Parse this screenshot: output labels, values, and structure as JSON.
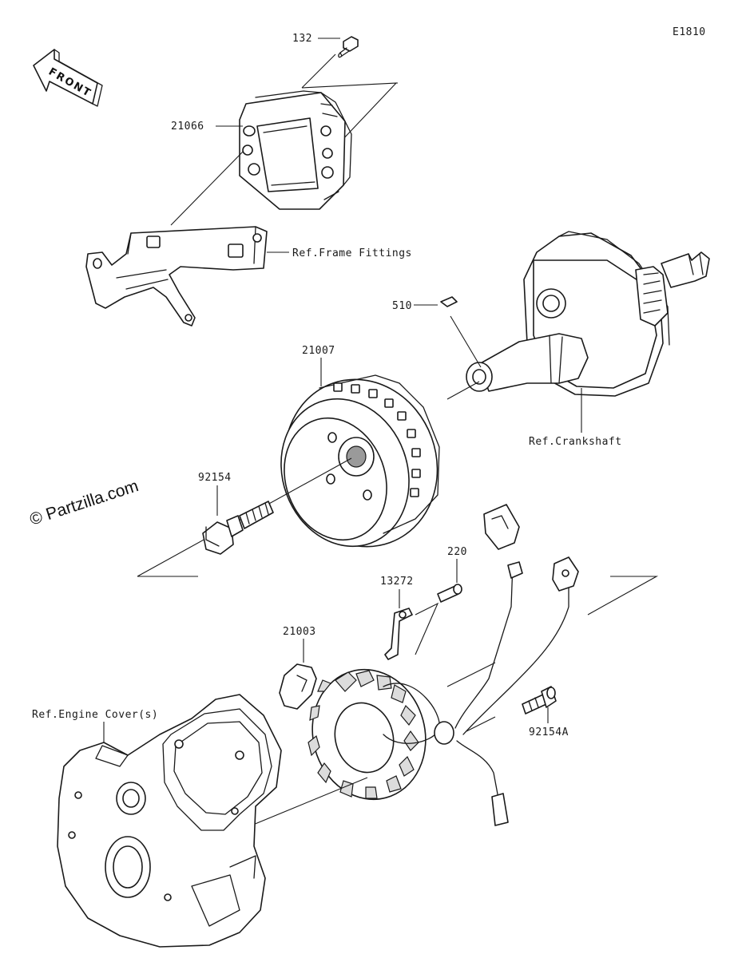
{
  "diagram_code": "E1810",
  "front_arrow": {
    "label": "FRONT"
  },
  "watermark": "© Partzilla.com",
  "callouts": {
    "p132": "132",
    "p21066": "21066",
    "ref_frame": "Ref.Frame Fittings",
    "p510": "510",
    "p21007": "21007",
    "ref_crank": "Ref.Crankshaft",
    "p92154": "92154",
    "p220": "220",
    "p13272": "13272",
    "p21003": "21003",
    "ref_cover": "Ref.Engine Cover(s)",
    "p92154a": "92154A"
  }
}
